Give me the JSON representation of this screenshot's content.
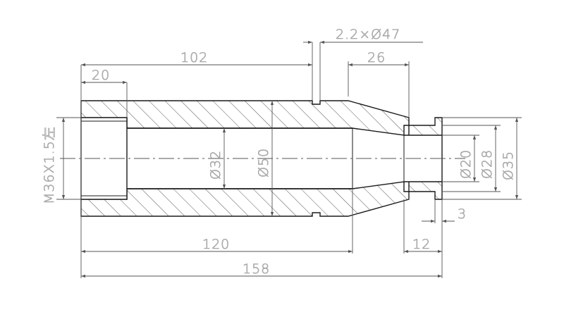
{
  "drawing": {
    "colors": {
      "outline": "#1a1a1a",
      "hatch": "#444444",
      "dimension": "#555555",
      "centerline": "#555555",
      "text": "#9a9a9a"
    },
    "labels": {
      "groove_callout": "2.2×Ø47",
      "overall_length": "158",
      "body_length": "120",
      "length_to_groove": "102",
      "thread_length": "20",
      "taper_length": "26",
      "neck_length": "12",
      "collar_width": "3",
      "thread_spec": "M36X1.5左",
      "inner_bore": "Ø32",
      "outer_diameter": "Ø50",
      "neck_bore": "Ø20",
      "neck_diameter": "Ø28",
      "collar_diameter": "Ø35"
    }
  }
}
